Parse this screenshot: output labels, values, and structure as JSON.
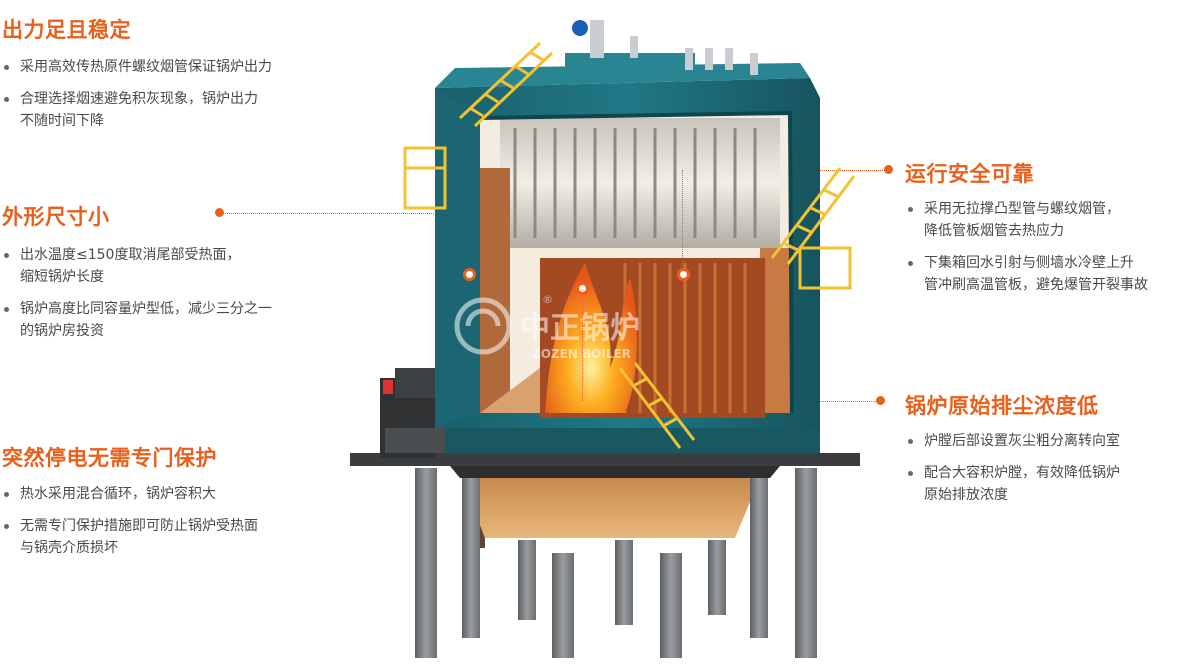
{
  "features": [
    {
      "heading": "出力足且稳定",
      "bullets": [
        [
          "采用高效传热原件螺纹烟管保证锅炉出力"
        ],
        [
          "合理选择烟速避免积灰现象，锅炉出力",
          "不随时间下降"
        ]
      ]
    },
    {
      "heading": "外形尺寸小",
      "bullets": [
        [
          "出水温度≤150度取消尾部受热面，",
          "缩短锅炉长度"
        ],
        [
          "锅炉高度比同容量炉型低，减少三分之一",
          "的锅炉房投资"
        ]
      ]
    },
    {
      "heading": "突然停电无需专门保护",
      "bullets": [
        [
          "热水采用混合循环，锅炉容积大"
        ],
        [
          "无需专门保护措施即可防止锅炉受热面",
          "与锅壳介质损坏"
        ]
      ]
    },
    {
      "heading": "运行安全可靠",
      "bullets": [
        [
          "采用无拉撑凸型管与螺纹烟管，",
          "降低管板烟管去热应力"
        ],
        [
          "下集箱回水引射与侧墙水冷壁上升",
          "管冲刷高温管板，避免爆管开裂事故"
        ]
      ]
    },
    {
      "heading": "锅炉原始排尘浓度低",
      "bullets": [
        [
          "炉膛后部设置灰尘粗分离转向室"
        ],
        [
          "配合大容积炉膛，有效降低锅炉",
          "原始排放浓度"
        ]
      ]
    }
  ],
  "watermark": {
    "name": "中正锅炉",
    "english": "ZOZEN BOILER",
    "registered_mark": "®"
  },
  "colors": {
    "accent": "#e8601c",
    "boiler_shell": "#1f6e7a",
    "ladder": "#f2c230",
    "flame": "#ff8a1e",
    "support": "#7a7d80"
  }
}
